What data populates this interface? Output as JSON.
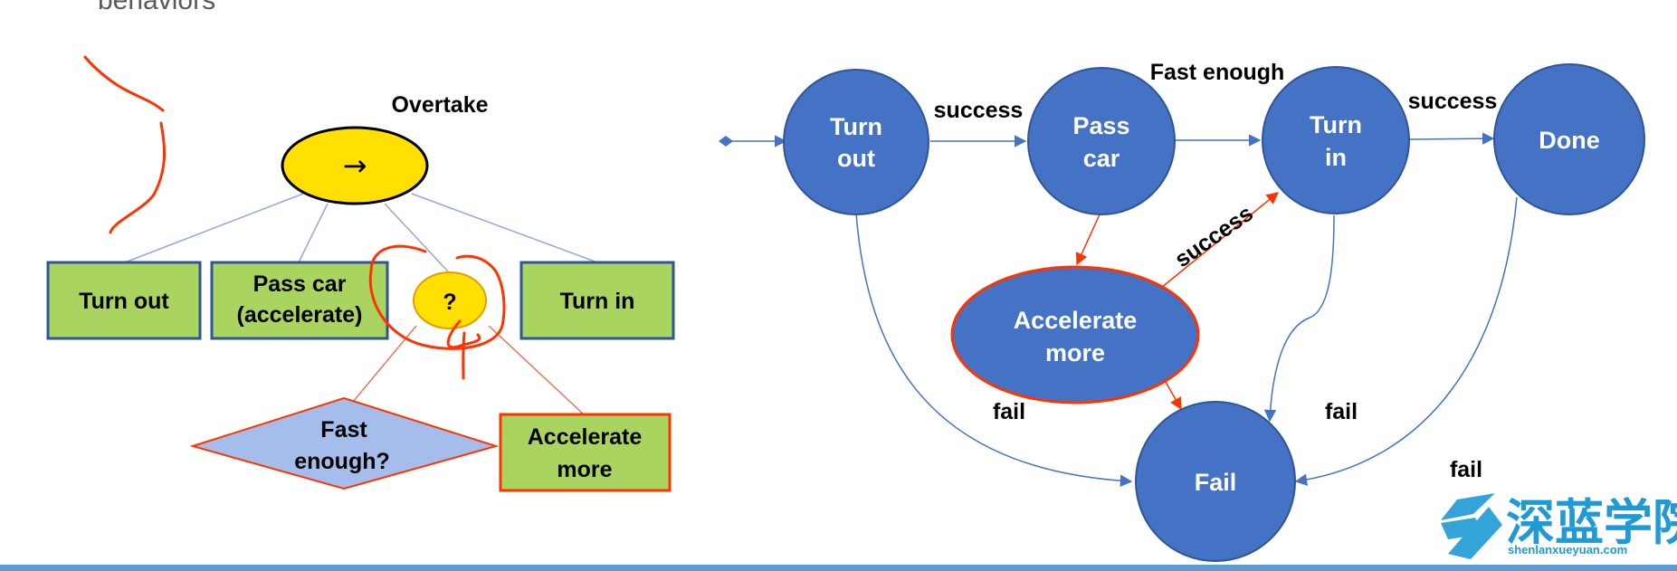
{
  "header_fragment": "behaviors",
  "behavior_tree": {
    "root_label": "Overtake",
    "root_symbol": "→",
    "leaves": {
      "turn_out": "Turn out",
      "pass_car_line1": "Pass car",
      "pass_car_line2": "(accelerate)",
      "fallback_symbol": "?",
      "turn_in": "Turn in"
    },
    "fallback_children": {
      "condition_line1": "Fast",
      "condition_line2": "enough?",
      "action_line1": "Accelerate",
      "action_line2": "more"
    }
  },
  "state_machine": {
    "nodes": {
      "turn_out_1": "Turn",
      "turn_out_2": "out",
      "pass_car_1": "Pass",
      "pass_car_2": "car",
      "turn_in_1": "Turn",
      "turn_in_2": "in",
      "done": "Done",
      "accelerate_1": "Accelerate",
      "accelerate_2": "more",
      "fail": "Fail"
    },
    "edge_labels": {
      "turnout_to_pass": "success",
      "pass_to_turnin": "Fast enough",
      "turnin_to_done": "success",
      "accel_to_turnin": "success",
      "turnout_to_fail": "fail",
      "turnin_to_fail": "fail",
      "done_to_fail": "fail"
    }
  },
  "brand": {
    "name_cn": "深蓝学院",
    "name_en": "shenlanxueyuan.com"
  },
  "colors": {
    "node_blue": "#4472c4",
    "node_blue_stroke": "#2f5597",
    "accent_red": "#ff3300",
    "yellow": "#ffe000",
    "green": "#a9d45f",
    "diamond": "#a4bdeb",
    "line_blue": "#8fa9dc",
    "brand_blue": "#1f9ad6",
    "bottom_bar": "#5b9bd5"
  }
}
